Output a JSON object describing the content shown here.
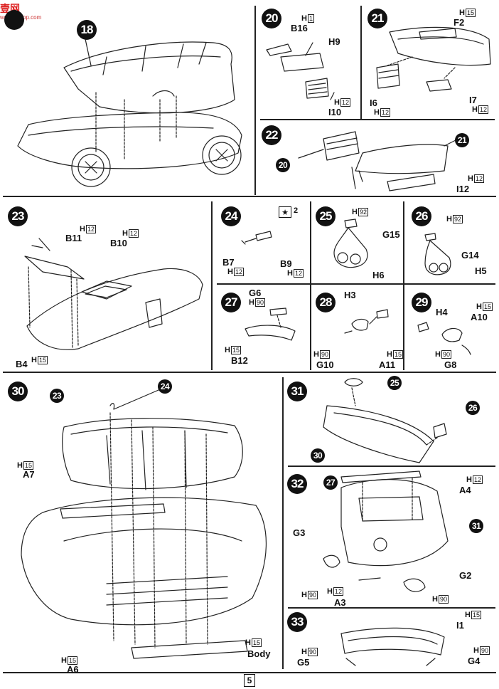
{
  "header": {
    "logo_text": "壹网",
    "logo_sub": "www.1shop.com"
  },
  "page_number": "5",
  "paint_prefix": "H",
  "steps": {
    "s18": "18",
    "s20": "20",
    "s21": "21",
    "s22": "22",
    "s23": "23",
    "s24": "24",
    "s25": "25",
    "s26": "26",
    "s27": "27",
    "s28": "28",
    "s29": "29",
    "s30": "30",
    "s31": "31",
    "s32": "32",
    "s33": "33"
  },
  "refs": {
    "r20": "20",
    "r21": "21",
    "r23": "23",
    "r24": "24",
    "r25": "25",
    "r26": "26",
    "r27": "27",
    "r30": "30",
    "r31": "31"
  },
  "parts": {
    "B16": "B16",
    "H9": "H9",
    "I10": "I10",
    "F2": "F2",
    "I6": "I6",
    "I7": "I7",
    "I12": "I12",
    "B11": "B11",
    "B10": "B10",
    "B4": "B4",
    "B7": "B7",
    "B9": "B9",
    "G15": "G15",
    "H6": "H6",
    "G14": "G14",
    "H5": "H5",
    "G6": "G6",
    "B12": "B12",
    "H3": "H3",
    "G10": "G10",
    "A11": "A11",
    "H4": "H4",
    "A10": "A10",
    "G8": "G8",
    "A7": "A7",
    "A6": "A6",
    "Body": "Body",
    "A4": "A4",
    "G3": "G3",
    "A3": "A3",
    "G2": "G2",
    "I1": "I1",
    "G5": "G5",
    "G4": "G4"
  },
  "paint_codes": {
    "c1": "1",
    "c15": "15",
    "c12": "12",
    "c92": "92",
    "c90": "90"
  },
  "star_count": "2"
}
